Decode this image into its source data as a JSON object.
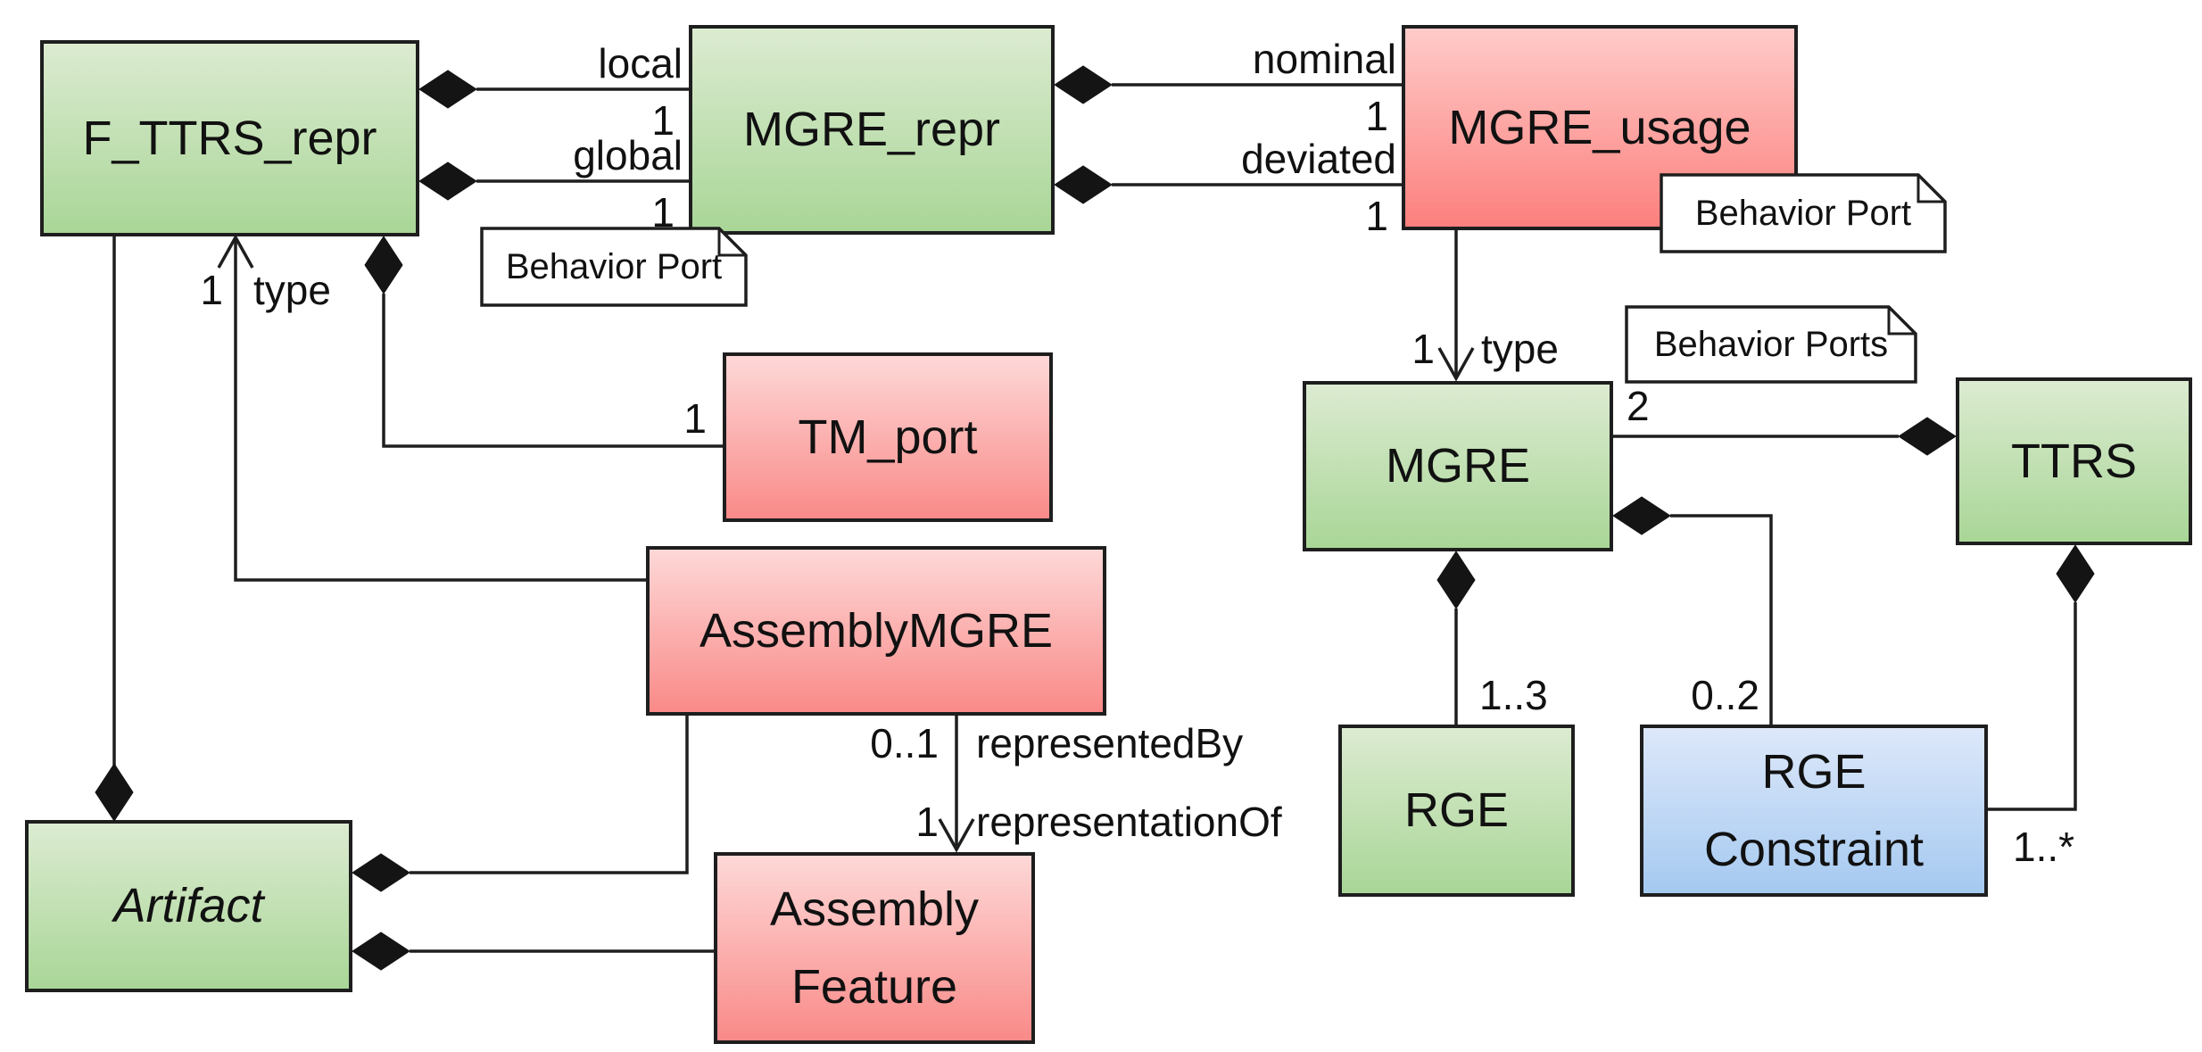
{
  "colors": {
    "background": "#ffffff",
    "border": "#1e1e1e",
    "line": "#1e1e1e",
    "text": "#111111",
    "class_green_top": "#dcebd1",
    "class_green_bottom": "#a9d697",
    "class_red_top": "#fdd8d7",
    "class_red_bottom": "#f98a88",
    "class_red_strong_top": "#fecbc9",
    "class_red_strong_bottom": "#fc807d",
    "class_blue_top": "#dde8fa",
    "class_blue_bottom": "#a5c9f0",
    "note_background": "#ffffff"
  },
  "boxes": {
    "f_ttrs_repr": {
      "label": "F_TTRS_repr"
    },
    "mgre_repr": {
      "label": "MGRE_repr"
    },
    "mgre_usage": {
      "label": "MGRE_usage"
    },
    "tm_port": {
      "label": "TM_port"
    },
    "assembly_mgre": {
      "label": "AssemblyMGRE"
    },
    "artifact": {
      "label": "Artifact"
    },
    "assembly_feature": {
      "line1": "Assembly",
      "line2": "Feature"
    },
    "mgre": {
      "label": "MGRE"
    },
    "ttrs": {
      "label": "TTRS"
    },
    "rge": {
      "label": "RGE"
    },
    "rge_constraint": {
      "line1": "RGE",
      "line2": "Constraint"
    }
  },
  "notes": {
    "behavior_port_left": {
      "label": "Behavior Port"
    },
    "behavior_port_right": {
      "label": "Behavior Port"
    },
    "behavior_ports": {
      "label": "Behavior Ports"
    }
  },
  "edges": {
    "local": {
      "name": "local",
      "mult": "1"
    },
    "global": {
      "name": "global",
      "mult": "1"
    },
    "nominal": {
      "name": "nominal",
      "mult": "1"
    },
    "deviated": {
      "name": "deviated",
      "mult": "1"
    },
    "usage_type": {
      "name": "type",
      "mult": "1"
    },
    "assembly_type": {
      "name": "type",
      "mult": "1"
    },
    "f_ttrs_tm_port": {
      "mult": "1"
    },
    "mgre_ttrs": {
      "mult": "2"
    },
    "mgre_rge": {
      "mult": "1..3"
    },
    "mgre_rge_constraint": {
      "mult": "0..2"
    },
    "ttrs_rge_constraint": {
      "mult": "1..*"
    },
    "represented_by": {
      "name": "representedBy",
      "mult": "0..1"
    },
    "representation_of": {
      "name": "representationOf",
      "mult": "1"
    }
  }
}
